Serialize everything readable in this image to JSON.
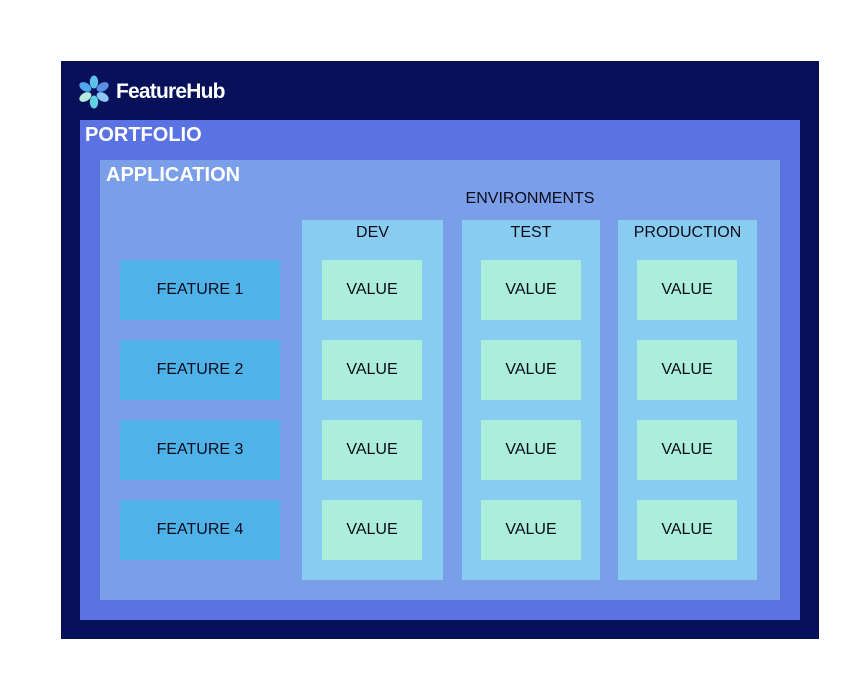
{
  "logo": {
    "text": "FeatureHub"
  },
  "portfolio": {
    "title": "PORTFOLIO"
  },
  "application": {
    "title": "APPLICATION"
  },
  "environments": {
    "title": "ENVIRONMENTS",
    "columns": [
      {
        "label": "DEV"
      },
      {
        "label": "TEST"
      },
      {
        "label": "PRODUCTION"
      }
    ]
  },
  "features": [
    {
      "label": "FEATURE 1",
      "values": [
        "VALUE",
        "VALUE",
        "VALUE"
      ]
    },
    {
      "label": "FEATURE 2",
      "values": [
        "VALUE",
        "VALUE",
        "VALUE"
      ]
    },
    {
      "label": "FEATURE 3",
      "values": [
        "VALUE",
        "VALUE",
        "VALUE"
      ]
    },
    {
      "label": "FEATURE 4",
      "values": [
        "VALUE",
        "VALUE",
        "VALUE"
      ]
    }
  ],
  "colors": {
    "frame": "#06115a",
    "portfolio": "#5b72e3",
    "application": "#7a9ee8",
    "environment_column": "#88cdf0",
    "feature": "#4fb2e8",
    "value": "#abeed9"
  },
  "icons": {
    "logo": "flower-logo-icon"
  }
}
